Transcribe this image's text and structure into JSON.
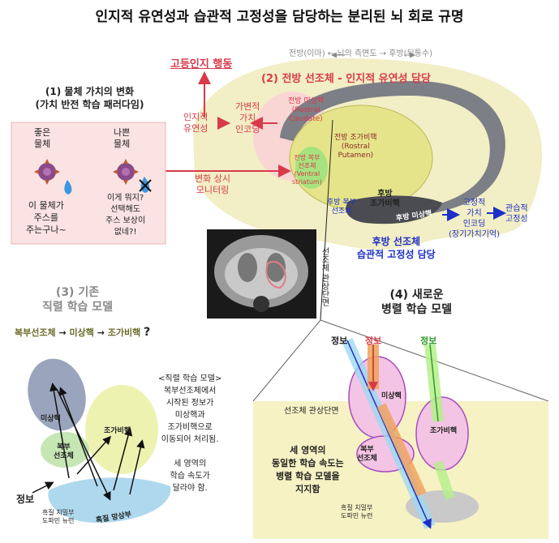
{
  "title": "인지적 유연성과 습관적 고정성을 담당하는 분리된 뇌 회로 규명",
  "top_diagram": {
    "axis": "전방(이마) ← 뇌의 측면도 → 후방(뒤통수)",
    "high_cognition": "고등인지 행동",
    "anterior_title": "(2) 전방 선조체 - 인지적 유연성 담당",
    "rostral_caudate": "전방 미상핵\n(Rostral\nCaudate)",
    "rostral_putamen": "전방 조가비핵\n(Rostral\nPutamen)",
    "ventral_striatum": "전방 복부\n선조체\n(Ventral\nstriatum)",
    "cognitive_flex": "인지적\n유연성",
    "variable_value": "가변적\n가치\n인코딩",
    "change_monitor": "변화 상시\n모니터링",
    "posterior_ventral": "후방 복부\n선조체",
    "posterior_putamen": "후방\n조가비핵",
    "posterior_caudate": "후방 미상핵",
    "fixed_value": "고정적\n가치\n인코딩\n(장기가치기억)",
    "habitual": "관습적\n고정성",
    "posterior_title": "후방 선조체\n습관적 고정성 담당",
    "coronal_label": "선조체 관상단면"
  },
  "panel1": {
    "title": "(1) 물체 가치의 변화\n(가치 반전 학습 패러다임)",
    "good": "좋은\n물체",
    "bad": "나쁜\n물체",
    "caption_left": "이 물체가\n주스를\n주는구나~",
    "caption_right": "이게 뭐지?\n선택해도\n주스 보상이\n없네?!"
  },
  "panel3": {
    "title": "(3) 기존\n직렬 학습 모델",
    "sequence_a": "복부선조체",
    "sequence_b": "미상핵",
    "sequence_c": "조가비핵",
    "q": "?",
    "caudate": "미상핵",
    "putamen": "조가비핵",
    "ventral": "복부\n선조체",
    "info": "정보",
    "substantia": "흑질 치밀부\n도파민 뉴런",
    "snr": "흑질 망상부",
    "note": "<직렬 학습 모델>\n복부선조체에서\n시작된 정보가\n미상핵과\n조가비핵으로\n이동되어 처리됨.\n\n세 영역의\n학습 속도가\n달라야 함."
  },
  "panel4": {
    "title": "(4) 새로운\n병렬 학습 모델",
    "info1": "정보",
    "info2": "정보",
    "info3": "정보",
    "section": "선조체 관상단면",
    "caudate": "미상핵",
    "putamen": "조가비핵",
    "ventral": "복부\n선조체",
    "statement": "세 영역의\n동일한 학습 속도는\n병렬 학습 모델을\n지지함",
    "substantia": "흑질 치밀부\n도파민 뉴런"
  },
  "colors": {
    "red": "#d83a4b",
    "blue": "#1d2fc6",
    "olive": "#6b6b2a",
    "pink_panel": "#fbe3e3",
    "yellow": "#f4f0c8"
  }
}
